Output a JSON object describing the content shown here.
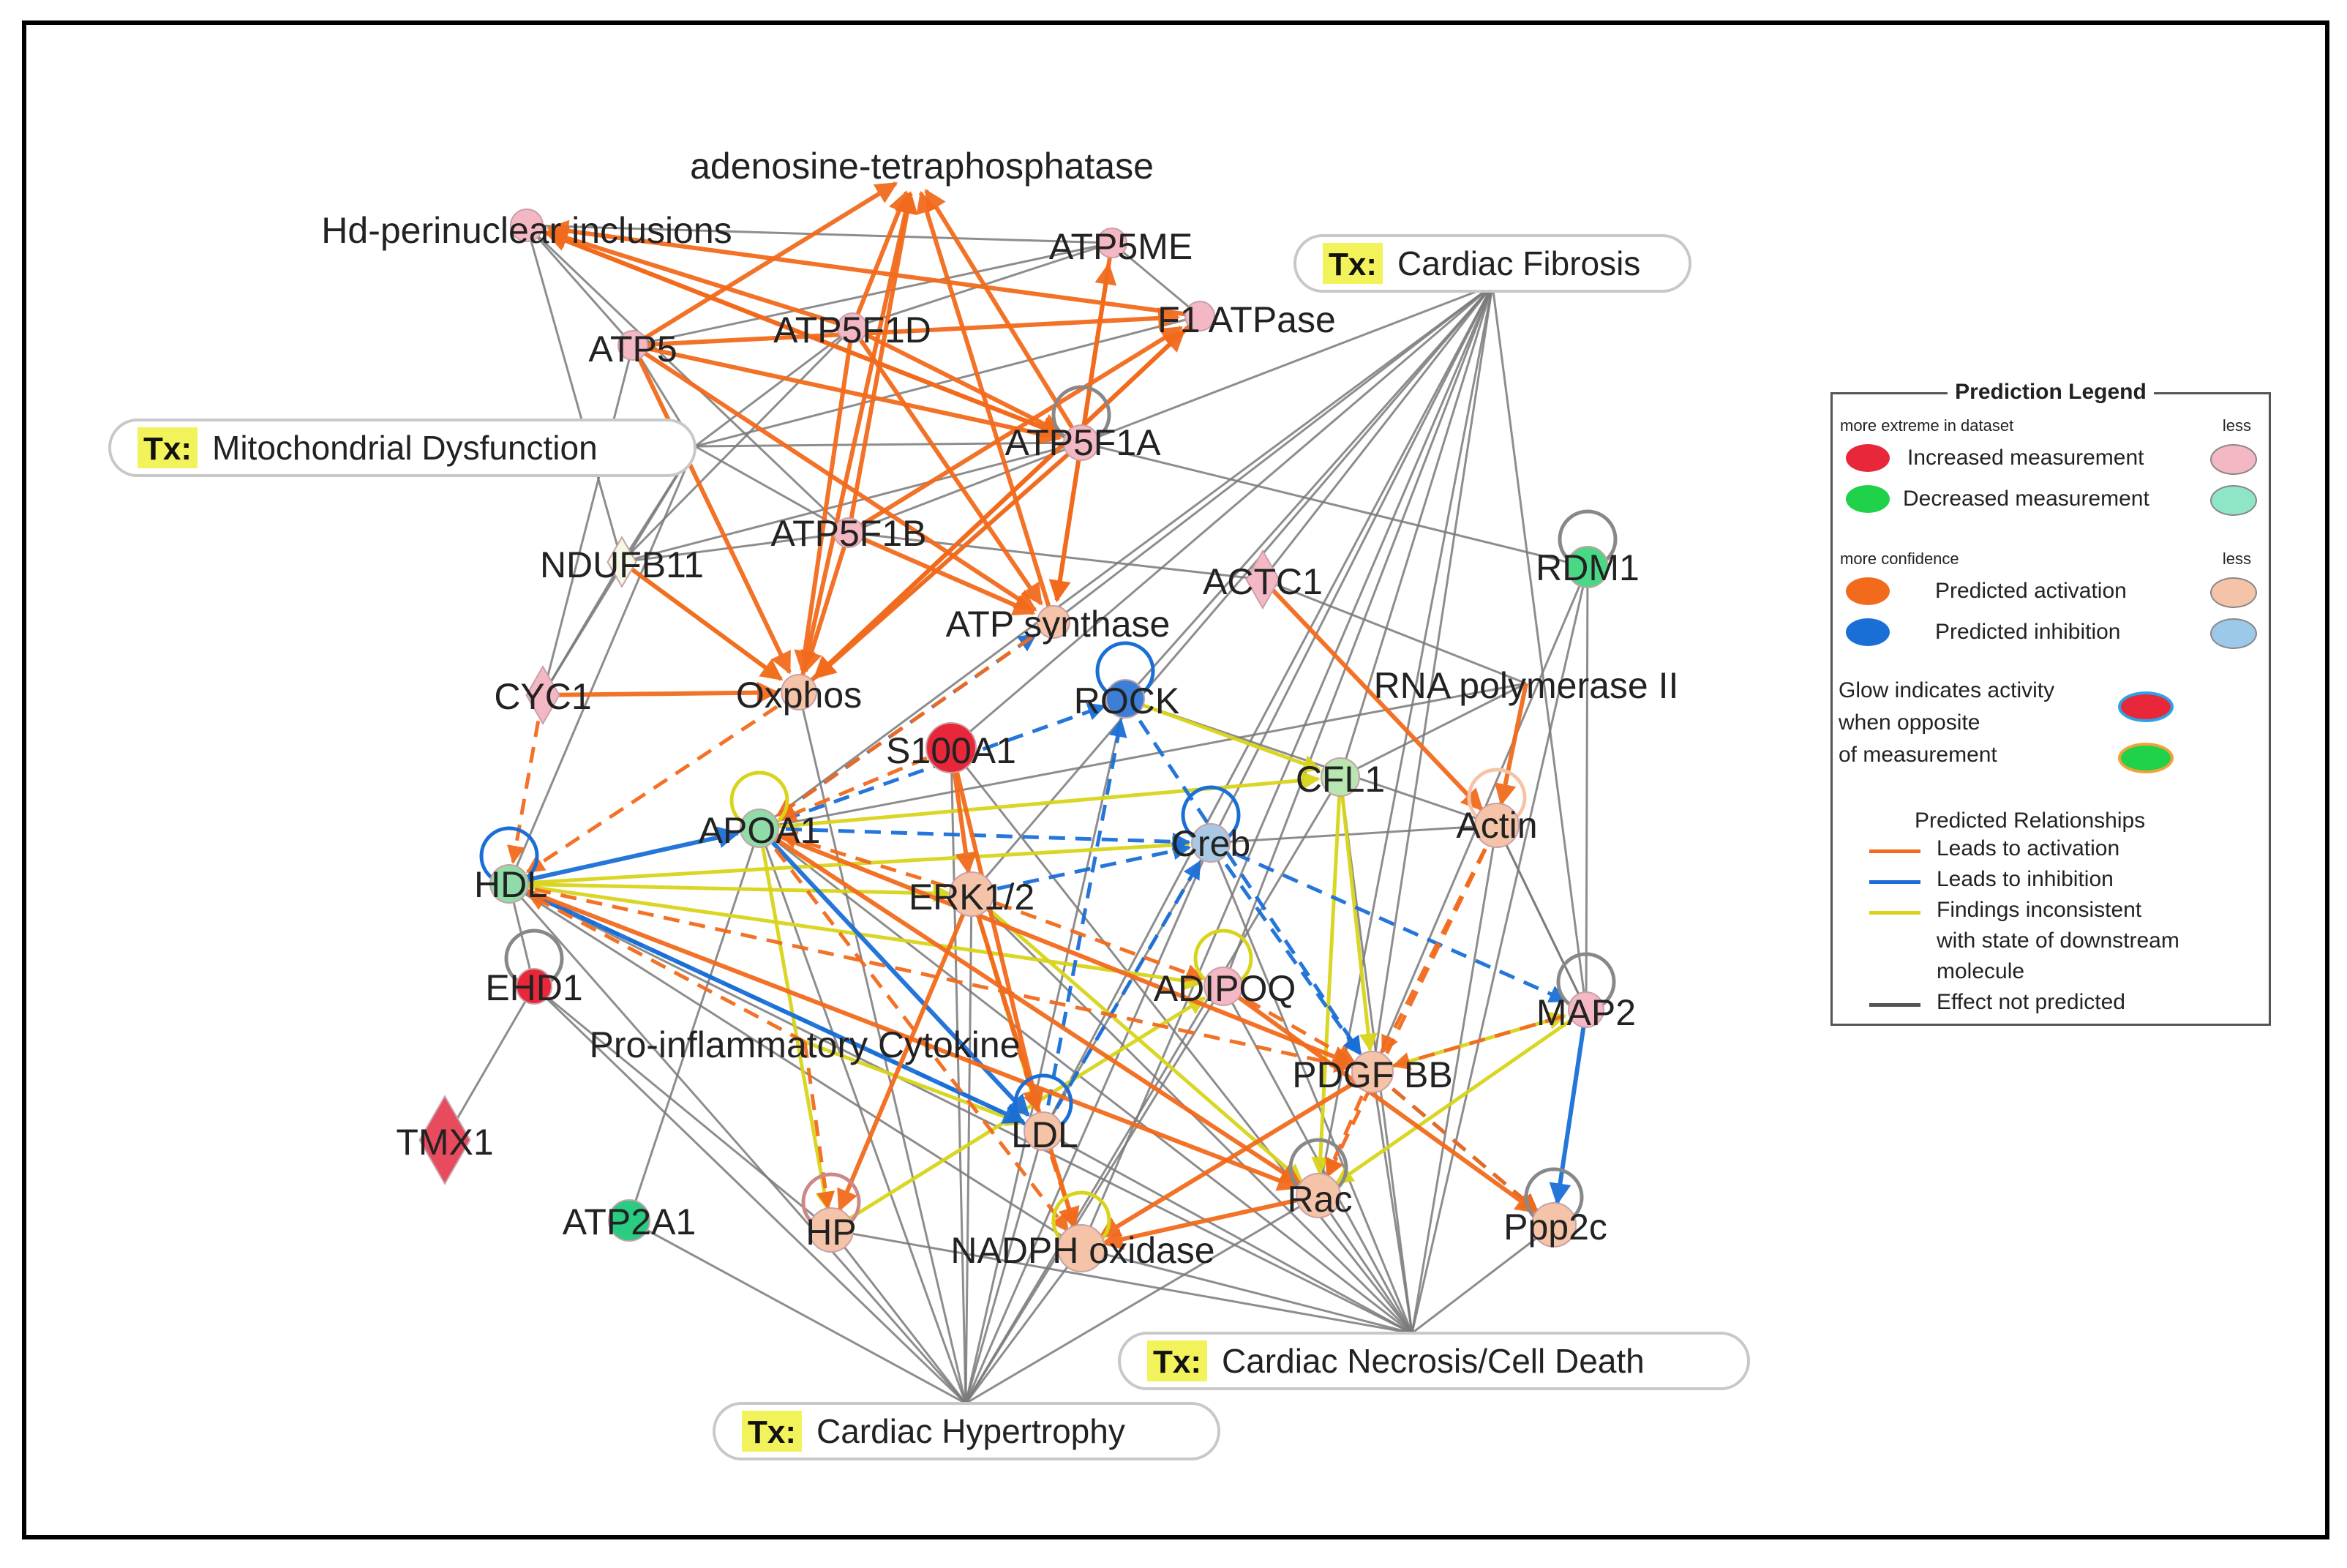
{
  "diagram": {
    "nodes": [
      {
        "id": "adenosine",
        "label": "adenosine-tetraphosphatase"
      },
      {
        "id": "hd",
        "label": "Hd-perinuclear inclusions"
      },
      {
        "id": "atp5me",
        "label": "ATP5ME"
      },
      {
        "id": "atp5",
        "label": "ATP5"
      },
      {
        "id": "atp5f1d",
        "label": "ATP5F1D"
      },
      {
        "id": "f1atpase",
        "label": "F1 ATPase"
      },
      {
        "id": "atp5f1a",
        "label": "ATP5F1A"
      },
      {
        "id": "ndufb11",
        "label": "NDUFB11"
      },
      {
        "id": "atp5f1b",
        "label": "ATP5F1B"
      },
      {
        "id": "actc1",
        "label": "ACTC1"
      },
      {
        "id": "rdm1",
        "label": "RDM1"
      },
      {
        "id": "atpsynthase",
        "label": "ATP synthase"
      },
      {
        "id": "cyc1",
        "label": "CYC1"
      },
      {
        "id": "oxphos",
        "label": "Oxphos"
      },
      {
        "id": "rock",
        "label": "ROCK"
      },
      {
        "id": "rnapol",
        "label": "RNA polymerase II"
      },
      {
        "id": "s100a1",
        "label": "S100A1"
      },
      {
        "id": "cfl1",
        "label": "CFL1"
      },
      {
        "id": "apoa1",
        "label": "APOA1"
      },
      {
        "id": "creb",
        "label": "Creb"
      },
      {
        "id": "actin",
        "label": "Actin"
      },
      {
        "id": "hdl",
        "label": "HDL"
      },
      {
        "id": "erk",
        "label": "ERK1/2"
      },
      {
        "id": "ehd1",
        "label": "EHD1"
      },
      {
        "id": "adipoq",
        "label": "ADIPOQ"
      },
      {
        "id": "map2",
        "label": "MAP2"
      },
      {
        "id": "proinfl",
        "label": "Pro-inflammatory Cytokine"
      },
      {
        "id": "pdgfbb",
        "label": "PDGF BB"
      },
      {
        "id": "tmx1",
        "label": "TMX1"
      },
      {
        "id": "ldl",
        "label": "LDL"
      },
      {
        "id": "rac",
        "label": "Rac"
      },
      {
        "id": "atp2a1",
        "label": "ATP2A1"
      },
      {
        "id": "hp",
        "label": "HP"
      },
      {
        "id": "nadph",
        "label": "NADPH oxidase"
      },
      {
        "id": "ppp2c",
        "label": "Ppp2c"
      }
    ],
    "tx_boxes": [
      {
        "id": "mito",
        "tag": "Tx:",
        "label": "Mitochondrial Dysfunction"
      },
      {
        "id": "fibrosis",
        "tag": "Tx:",
        "label": "Cardiac Fibrosis"
      },
      {
        "id": "necrosis",
        "tag": "Tx:",
        "label": "Cardiac Necrosis/Cell Death"
      },
      {
        "id": "hypertrophy",
        "tag": "Tx:",
        "label": "Cardiac Hypertrophy"
      }
    ],
    "colors": {
      "activation": "#f26b1d",
      "inhibition": "#1a6fd6",
      "inconsistent": "#d9d41a",
      "not_predicted": "#7a7a7a",
      "increased": "#e8283a",
      "increased_less": "#f4b8c4",
      "decreased": "#1fd24a",
      "decreased_less": "#8ee6c6",
      "activation_less": "#f5c4a8",
      "inhibition_less": "#9cc8ea"
    }
  },
  "legend": {
    "title": "Prediction Legend",
    "measure_header_left": "more extreme in dataset",
    "measure_header_right": "less",
    "increased": "Increased measurement",
    "decreased": "Decreased measurement",
    "confidence_header_left": "more confidence",
    "confidence_header_right": "less",
    "pred_activation": "Predicted activation",
    "pred_inhibition": "Predicted inhibition",
    "glow_line1": "Glow indicates activity",
    "glow_line2": "when opposite",
    "glow_line3": "of measurement",
    "relationships_title": "Predicted Relationships",
    "rel_activation": "Leads to activation",
    "rel_inhibition": "Leads to inhibition",
    "rel_inconsistent_1": "Findings inconsistent",
    "rel_inconsistent_2": "with state of downstream",
    "rel_inconsistent_3": "molecule",
    "rel_not_predicted": "Effect not predicted"
  }
}
